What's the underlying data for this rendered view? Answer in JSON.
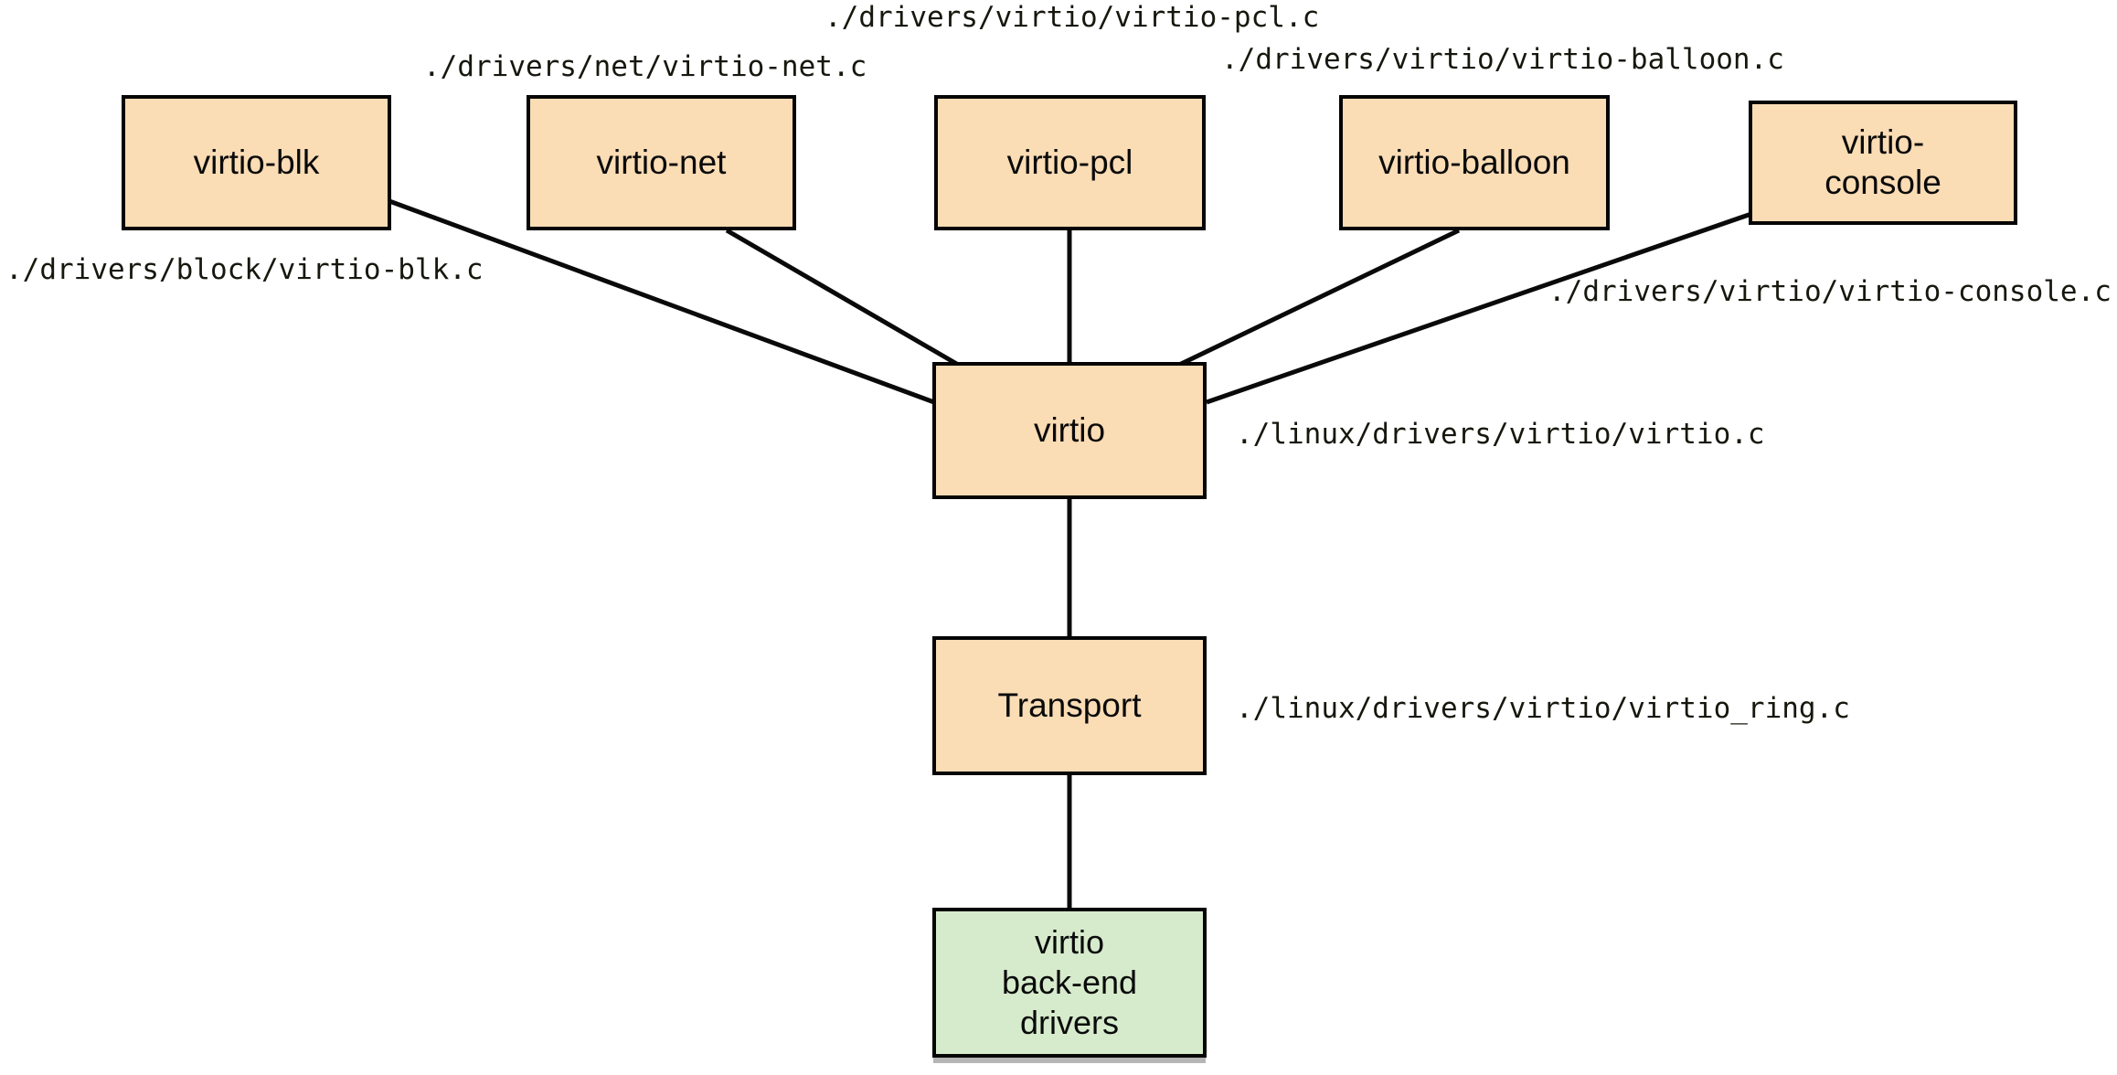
{
  "diagram": {
    "description": "virtio front-end / back-end driver architecture diagram",
    "colors": {
      "node_fill": "#fadcb5",
      "backend_fill": "#d6ebcc",
      "border": "#050505",
      "edge_line": "#0a0a0a",
      "background": "#ffffff",
      "shadow": "#b5b5b5"
    },
    "nodes": {
      "virtio_blk": {
        "label": "virtio-blk",
        "path_label": "./drivers/block/virtio-blk.c"
      },
      "virtio_net": {
        "label": "virtio-net",
        "path_label": "./drivers/net/virtio-net.c"
      },
      "virtio_pcl": {
        "label": "virtio-pcl",
        "path_label": "./drivers/virtio/virtio-pcl.c"
      },
      "virtio_balloon": {
        "label": "virtio-balloon",
        "path_label": "./drivers/virtio/virtio-balloon.c"
      },
      "virtio_console": {
        "label": "virtio-console",
        "lines": [
          "virtio-",
          "console"
        ],
        "path_label": "./drivers/virtio/virtio-console.c"
      },
      "virtio": {
        "label": "virtio",
        "path_label": "./linux/drivers/virtio/virtio.c"
      },
      "transport": {
        "label": "Transport",
        "path_label": "./linux/drivers/virtio/virtio_ring.c"
      },
      "backend": {
        "label": "virtio back-end drivers",
        "lines": [
          "virtio",
          "back-end",
          "drivers"
        ]
      }
    },
    "edges": [
      {
        "from": "virtio-blk",
        "to": "virtio"
      },
      {
        "from": "virtio-net",
        "to": "virtio"
      },
      {
        "from": "virtio-pcl",
        "to": "virtio"
      },
      {
        "from": "virtio-balloon",
        "to": "virtio"
      },
      {
        "from": "virtio-console",
        "to": "virtio"
      },
      {
        "from": "virtio",
        "to": "Transport"
      },
      {
        "from": "Transport",
        "to": "virtio back-end drivers"
      }
    ]
  }
}
